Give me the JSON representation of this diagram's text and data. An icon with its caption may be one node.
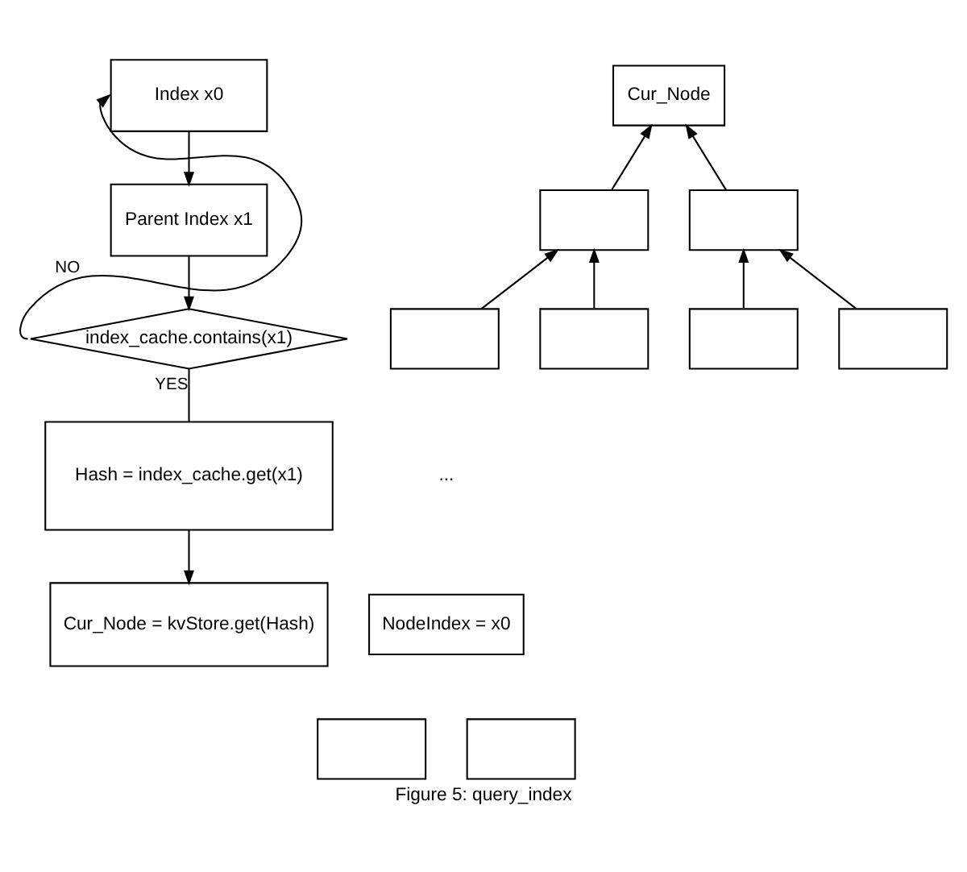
{
  "diagram": {
    "caption": "Figure 5: query_index",
    "nodes": [
      {
        "text": [
          "Index x0"
        ]
      },
      {
        "text": [
          "Parent Index x1"
        ]
      },
      {
        "text": [
          "index_cache.contains(x1)"
        ]
      },
      {
        "text": [
          "Hash = index_cache.get(x1)"
        ]
      },
      {
        "text": [
          "Cur_Node = kvStore.get(Hash)"
        ]
      },
      {
        "text": [
          "Cur_Node"
        ]
      },
      {
        "text": [],
        "shape": "box"
      },
      {
        "text": [],
        "shape": "box"
      },
      {
        "text": [],
        "shape": "box"
      },
      {
        "text": [],
        "shape": "box"
      },
      {
        "text": [],
        "shape": "box"
      },
      {
        "text": [],
        "shape": "box"
      },
      {
        "text": [
          "NodeIndex = x0"
        ]
      },
      {
        "text": [],
        "shape": "box"
      },
      {
        "text": [],
        "shape": "box"
      }
    ],
    "edges": [
      {
        "from": 0,
        "to": 1,
        "arrow": "to"
      },
      {
        "from": 1,
        "to": 2,
        "arrow": "to"
      },
      {
        "from": 2,
        "to": 0,
        "arrow": "to",
        "label": "NO"
      },
      {
        "from": 2,
        "to": 3,
        "arrow": "none",
        "label": "YES"
      },
      {
        "from": 3,
        "to": 4,
        "arrow": "to"
      },
      {
        "from": 6,
        "to": 5,
        "arrow": "to"
      },
      {
        "from": 7,
        "to": 5,
        "arrow": "to"
      },
      {
        "from": 8,
        "to": 6,
        "arrow": "to"
      },
      {
        "from": 9,
        "to": 6,
        "arrow": "to"
      },
      {
        "from": 10,
        "to": 7,
        "arrow": "to"
      },
      {
        "from": 11,
        "to": 7,
        "arrow": "to"
      }
    ],
    "labels": [
      "..."
    ]
  }
}
